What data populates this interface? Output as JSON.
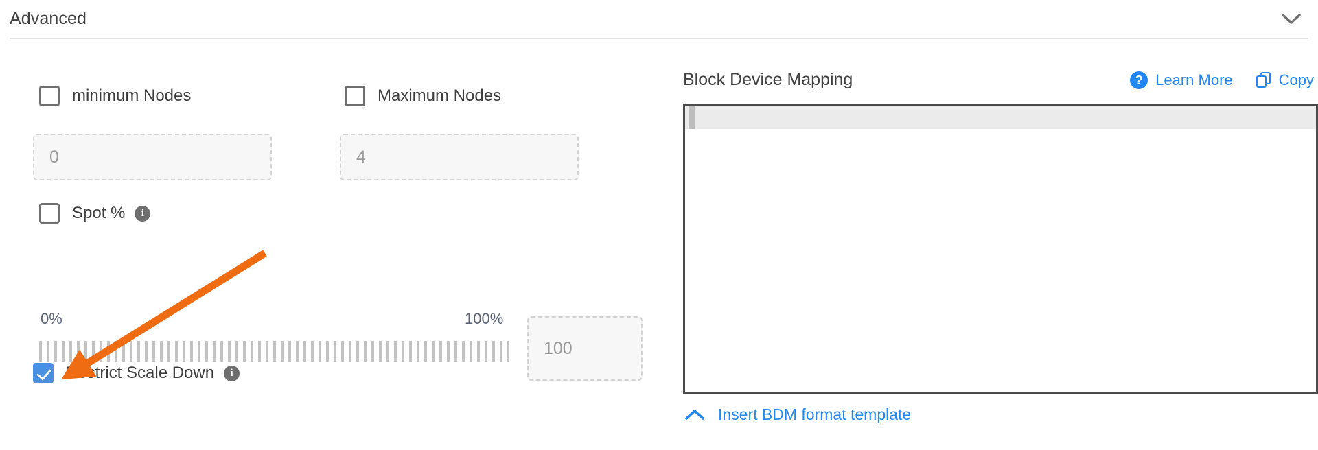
{
  "section": {
    "title": "Advanced",
    "collapse_icon": "chevron-down-icon"
  },
  "left_panel": {
    "min_nodes": {
      "checkbox_label": "minimum Nodes",
      "checked": false,
      "input_value": "0"
    },
    "max_nodes": {
      "checkbox_label": "Maximum Nodes",
      "checked": false,
      "input_value": "4"
    },
    "spot": {
      "checkbox_label": "Spot %",
      "checked": false,
      "info_icon": "info-icon",
      "info_glyph": "i"
    },
    "slider": {
      "min_label": "0%",
      "max_label": "100%",
      "value": "100",
      "value_input": "100"
    },
    "restrict_scale_down": {
      "checkbox_label": "Restrict Scale Down",
      "checked": true,
      "info_icon": "info-icon",
      "info_glyph": "i"
    }
  },
  "right_panel": {
    "title": "Block Device Mapping",
    "learn_more": {
      "label": "Learn More",
      "icon": "question-circle-icon",
      "glyph": "?"
    },
    "copy": {
      "label": "Copy",
      "icon": "copy-icon"
    },
    "editor": {
      "content": "",
      "active_line": 1
    },
    "footer_link": {
      "label": "Insert BDM format template",
      "icon": "chevron-up-icon"
    }
  },
  "annotation": {
    "type": "arrow",
    "color": "#ef6c12",
    "points_to": "restrict-scale-down-checkbox"
  },
  "colors": {
    "accent_blue": "#2087f3",
    "checkbox_checked": "#4a90e2",
    "annotation_orange": "#ef6c12",
    "text_dark": "#3f3f3f",
    "muted": "#9a9a9a"
  }
}
